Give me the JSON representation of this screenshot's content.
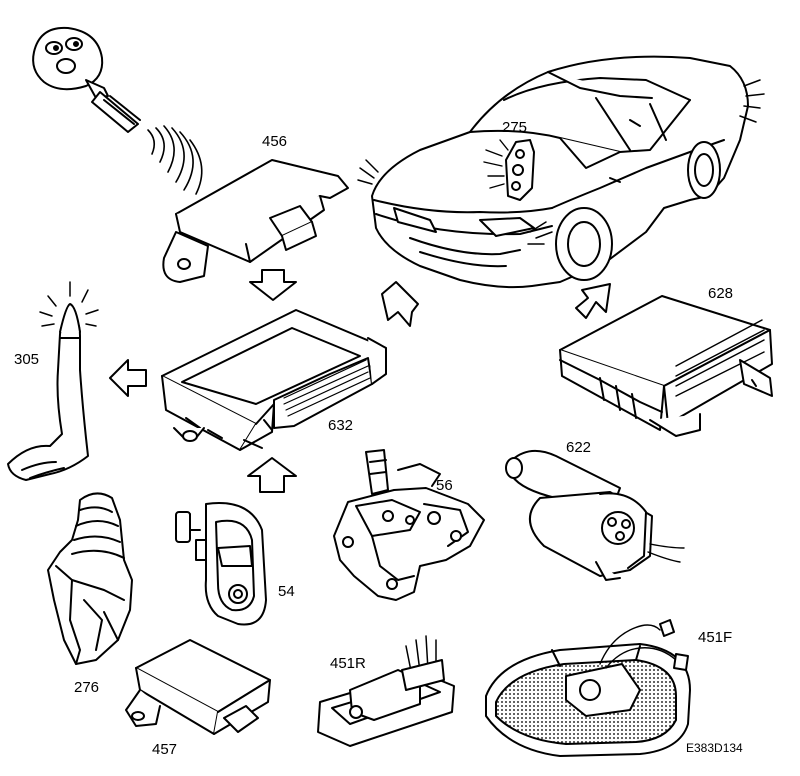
{
  "labels": {
    "remote_key_receiver": "456",
    "alarm_siren_module": "275",
    "instrument_unit": "628",
    "led_indicator": "305",
    "central_module": "632",
    "ignition_switch": "622",
    "hood_latch": "56",
    "door_contact": "54",
    "gear_lever_unit": "276",
    "intrusion_sensor": "457",
    "rear_sensor": "451R",
    "front_sensor": "451F"
  },
  "drawing_code": "E383D134",
  "colors": {
    "line": "#000000",
    "background": "#ffffff",
    "mesh": "#555555"
  }
}
